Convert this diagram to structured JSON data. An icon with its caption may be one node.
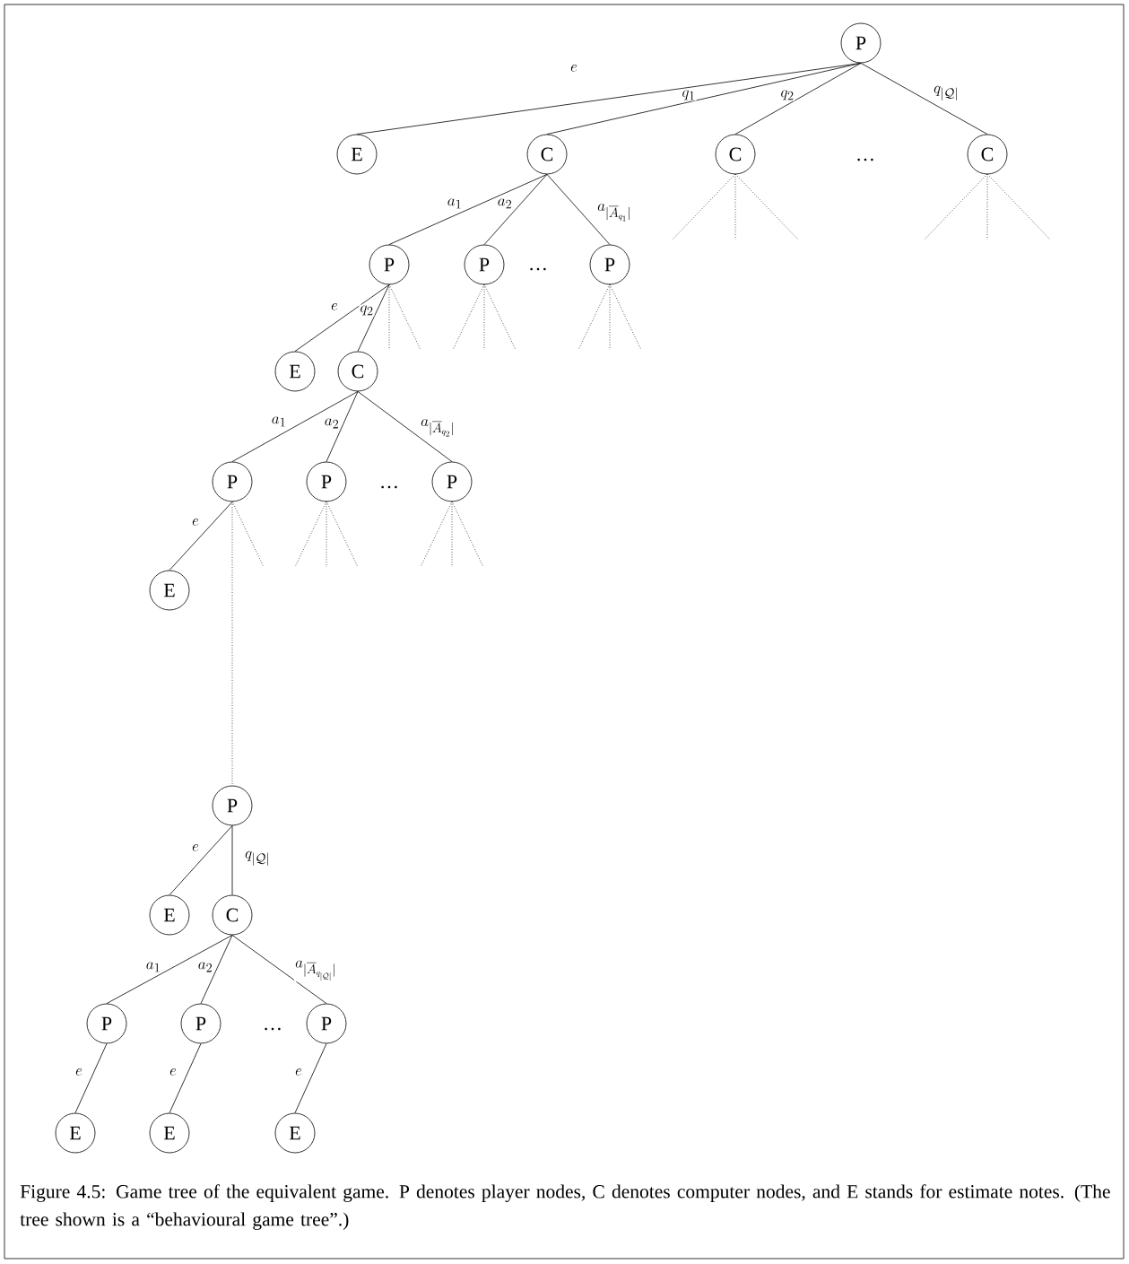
{
  "diagram": {
    "caption": "Figure 4.5: Game tree of the equivalent game. P denotes player nodes, C denotes computer nodes, and E stands for estimate notes. (The tree shown is a “behavioural game tree”.)",
    "nodes": [
      {
        "text": [
          "P"
        ]
      },
      {
        "text": [
          "E"
        ]
      },
      {
        "text": [
          "C"
        ]
      },
      {
        "text": [
          "C"
        ]
      },
      {
        "text": [
          "C"
        ]
      },
      {
        "text": [
          "P"
        ]
      },
      {
        "text": [
          "P"
        ]
      },
      {
        "text": [
          "P"
        ]
      },
      {
        "text": [
          "E"
        ]
      },
      {
        "text": [
          "C"
        ]
      },
      {
        "text": [
          "P"
        ]
      },
      {
        "text": [
          "P"
        ]
      },
      {
        "text": [
          "P"
        ]
      },
      {
        "text": [
          "E"
        ]
      },
      {
        "text": [
          "P"
        ]
      },
      {
        "text": [
          "E"
        ]
      },
      {
        "text": [
          "C"
        ]
      },
      {
        "text": [
          "P"
        ]
      },
      {
        "text": [
          "P"
        ]
      },
      {
        "text": [
          "P"
        ]
      },
      {
        "text": [
          "E"
        ]
      },
      {
        "text": [
          "E"
        ]
      },
      {
        "text": [
          "E"
        ]
      }
    ],
    "edges": [
      {
        "from": 0,
        "to": 1,
        "arrow": "none",
        "label": "e"
      },
      {
        "from": 0,
        "to": 2,
        "arrow": "none",
        "label": "q_1"
      },
      {
        "from": 0,
        "to": 3,
        "arrow": "none",
        "label": "q_2"
      },
      {
        "from": 0,
        "to": 4,
        "arrow": "none",
        "label": "q_{|\\mathcal{Q}|}"
      },
      {
        "from": 2,
        "to": 5,
        "arrow": "none",
        "label": "a_1"
      },
      {
        "from": 2,
        "to": 6,
        "arrow": "none",
        "label": "a_2"
      },
      {
        "from": 2,
        "to": 7,
        "arrow": "none",
        "label": "a_{|\\overline{A}_{q_1}|}"
      },
      {
        "from": 5,
        "to": 8,
        "arrow": "none",
        "label": "e"
      },
      {
        "from": 5,
        "to": 9,
        "arrow": "none",
        "label": "q_2"
      },
      {
        "from": 9,
        "to": 10,
        "arrow": "none",
        "label": "a_1"
      },
      {
        "from": 9,
        "to": 11,
        "arrow": "none",
        "label": "a_2"
      },
      {
        "from": 9,
        "to": 12,
        "arrow": "none",
        "label": "a_{|\\overline{A}_{q_2}|}"
      },
      {
        "from": 10,
        "to": 13,
        "arrow": "none",
        "label": "e"
      },
      {
        "from": 10,
        "to": 14,
        "arrow": "none",
        "style": "dashed"
      },
      {
        "from": 14,
        "to": 15,
        "arrow": "none",
        "label": "e"
      },
      {
        "from": 14,
        "to": 16,
        "arrow": "none",
        "label": "q_{|\\mathcal{Q}|}"
      },
      {
        "from": 16,
        "to": 17,
        "arrow": "none",
        "label": "a_1"
      },
      {
        "from": 16,
        "to": 18,
        "arrow": "none",
        "label": "a_2"
      },
      {
        "from": 16,
        "to": 19,
        "arrow": "none",
        "label": "a_{|\\overline{A}_{q_{|\\mathcal{Q}|}}|}"
      },
      {
        "from": 17,
        "to": 20,
        "arrow": "none",
        "label": "e"
      },
      {
        "from": 18,
        "to": 21,
        "arrow": "none",
        "label": "e"
      },
      {
        "from": 19,
        "to": 22,
        "arrow": "none",
        "label": "e"
      }
    ],
    "labels": [
      "…",
      "…",
      "…",
      "…"
    ]
  }
}
